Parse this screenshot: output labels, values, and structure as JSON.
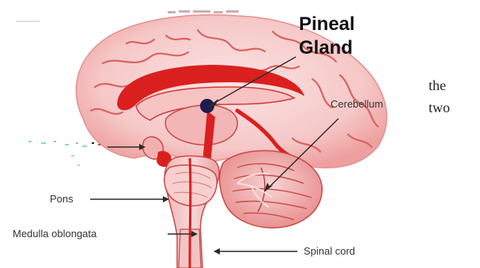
{
  "diagram": {
    "labels": {
      "pineal_line1": "Pineal",
      "pineal_line2": "Gland",
      "cerebellum": "Cerebellum",
      "pons": "Pons",
      "medulla": "Medulla oblongata",
      "spinal_cord": "Spinal cord"
    },
    "colors": {
      "tissue_light": "#f8dada",
      "tissue_mid": "#f0a5a5",
      "tissue_deep": "#d9201f",
      "outline": "#c94a4a",
      "gland": "#1d1d4d",
      "arrow": "#2a2a2a"
    }
  },
  "side_text": {
    "line1": "the",
    "line2": "two"
  }
}
